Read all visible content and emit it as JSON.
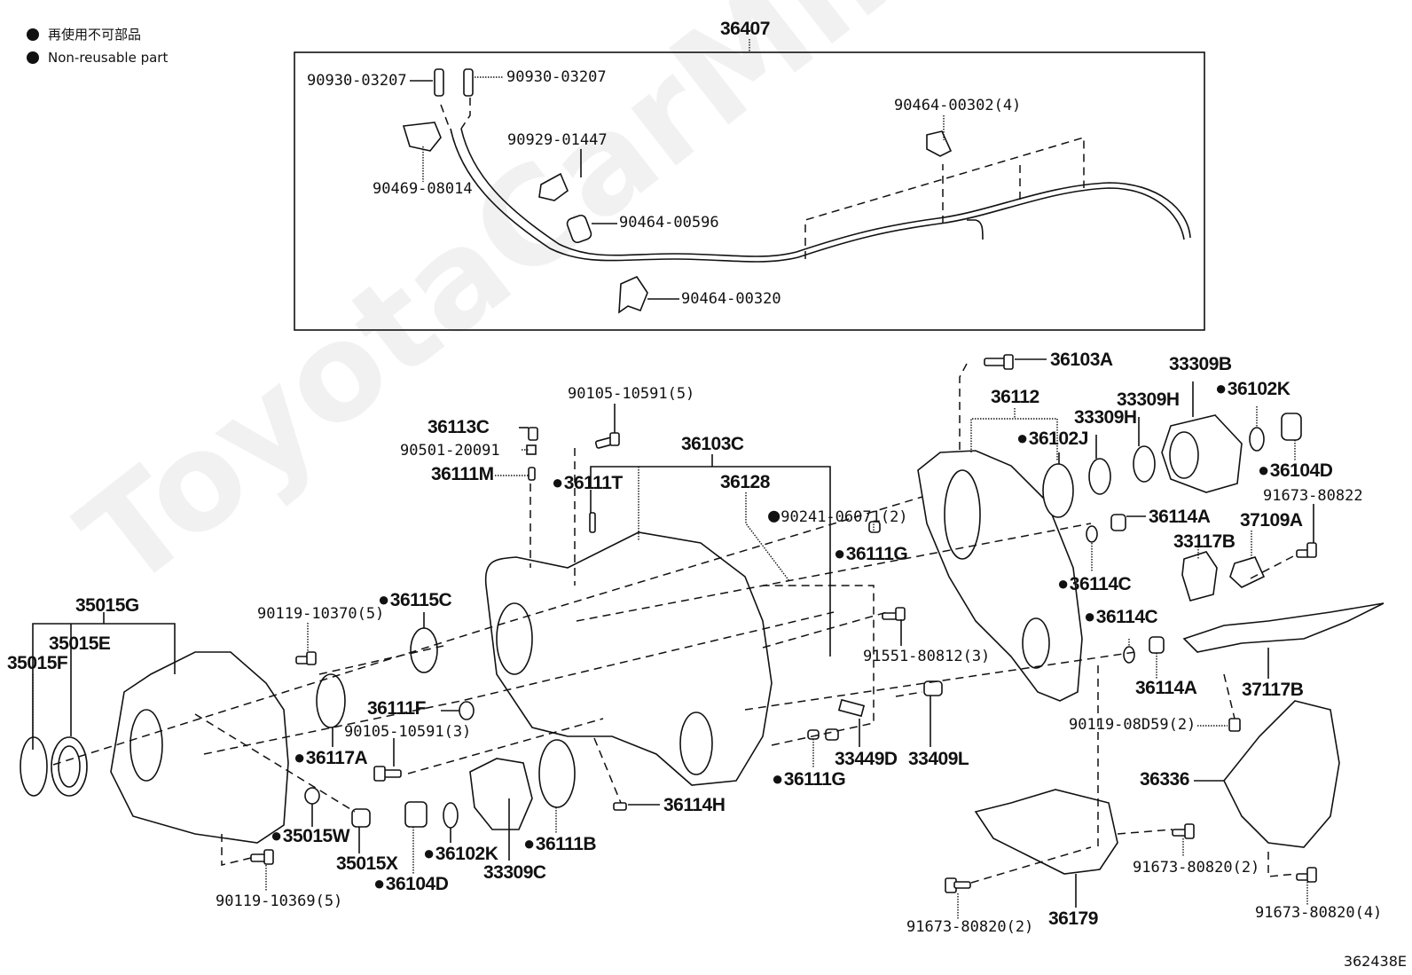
{
  "legend": {
    "items": [
      {
        "symbol": "filled-circle",
        "text": "再使用不可部品"
      },
      {
        "symbol": "filled-circle",
        "text": "Non-reusable part"
      }
    ]
  },
  "watermark": "ToyotaCarMiner.ru",
  "document_id": "362438E",
  "colors": {
    "ink": "#111111",
    "background": "#ffffff",
    "watermark": "#f1f1f1"
  },
  "assembly_box": {
    "label": "36407",
    "parts": [
      {
        "id": "p_90930_03207_a",
        "number": "90930-03207",
        "non_reusable": false
      },
      {
        "id": "p_90930_03207_b",
        "number": "90930-03207",
        "non_reusable": false
      },
      {
        "id": "p_90929_01447",
        "number": "90929-01447",
        "non_reusable": false
      },
      {
        "id": "p_90469_08014",
        "number": "90469-08014",
        "non_reusable": false
      },
      {
        "id": "p_90464_00596",
        "number": "90464-00596",
        "non_reusable": false
      },
      {
        "id": "p_90464_00320",
        "number": "90464-00320",
        "non_reusable": false
      },
      {
        "id": "p_90464_00302",
        "number": "90464-00302(4)",
        "non_reusable": false
      }
    ]
  },
  "parts": [
    {
      "id": "p_36103A",
      "number": "36103A",
      "non_reusable": false
    },
    {
      "id": "p_36112",
      "number": "36112",
      "non_reusable": false
    },
    {
      "id": "p_33309B",
      "number": "33309B",
      "non_reusable": false
    },
    {
      "id": "p_36102K_top",
      "number": "36102K",
      "non_reusable": true
    },
    {
      "id": "p_33309H_a",
      "number": "33309H",
      "non_reusable": false
    },
    {
      "id": "p_33309H_b",
      "number": "33309H",
      "non_reusable": false
    },
    {
      "id": "p_36102J",
      "number": "36102J",
      "non_reusable": true
    },
    {
      "id": "p_36104D_top",
      "number": "36104D",
      "non_reusable": true
    },
    {
      "id": "p_91673_80822",
      "number": "91673-80822",
      "non_reusable": false
    },
    {
      "id": "p_36114A_a",
      "number": "36114A",
      "non_reusable": false
    },
    {
      "id": "p_37109A",
      "number": "37109A",
      "non_reusable": false
    },
    {
      "id": "p_33117B",
      "number": "33117B",
      "non_reusable": false
    },
    {
      "id": "p_36114C_a",
      "number": "36114C",
      "non_reusable": true
    },
    {
      "id": "p_36114C_b",
      "number": "36114C",
      "non_reusable": true
    },
    {
      "id": "p_36114A_b",
      "number": "36114A",
      "non_reusable": false
    },
    {
      "id": "p_37117B",
      "number": "37117B",
      "non_reusable": false
    },
    {
      "id": "p_90119_08D59",
      "number": "90119-08D59(2)",
      "non_reusable": false
    },
    {
      "id": "p_36336",
      "number": "36336",
      "non_reusable": false
    },
    {
      "id": "p_91673_80820_2a",
      "number": "91673-80820(2)",
      "non_reusable": false
    },
    {
      "id": "p_91673_80820_2b",
      "number": "91673-80820(2)",
      "non_reusable": false
    },
    {
      "id": "p_91673_80820_4",
      "number": "91673-80820(4)",
      "non_reusable": false
    },
    {
      "id": "p_36179",
      "number": "36179",
      "non_reusable": false
    },
    {
      "id": "p_90105_10591_5",
      "number": "90105-10591(5)",
      "non_reusable": false
    },
    {
      "id": "p_36113C",
      "number": "36113C",
      "non_reusable": false
    },
    {
      "id": "p_90501_20091",
      "number": "90501-20091",
      "non_reusable": false
    },
    {
      "id": "p_36111M",
      "number": "36111M",
      "non_reusable": false
    },
    {
      "id": "p_36103C",
      "number": "36103C",
      "non_reusable": false
    },
    {
      "id": "p_36111T",
      "number": "36111T",
      "non_reusable": true
    },
    {
      "id": "p_36128",
      "number": "36128",
      "non_reusable": false
    },
    {
      "id": "p_90241_06071",
      "number": "90241-06071(2)",
      "non_reusable": true
    },
    {
      "id": "p_36111G_a",
      "number": "36111G",
      "non_reusable": true
    },
    {
      "id": "p_91551_80812",
      "number": "91551-80812(3)",
      "non_reusable": false
    },
    {
      "id": "p_33449D",
      "number": "33449D",
      "non_reusable": false
    },
    {
      "id": "p_33409L",
      "number": "33409L",
      "non_reusable": false
    },
    {
      "id": "p_36111G_b",
      "number": "36111G",
      "non_reusable": true
    },
    {
      "id": "p_36114H",
      "number": "36114H",
      "non_reusable": false
    },
    {
      "id": "p_36111B",
      "number": "36111B",
      "non_reusable": true
    },
    {
      "id": "p_33309C",
      "number": "33309C",
      "non_reusable": false
    },
    {
      "id": "p_36102K_bot",
      "number": "36102K",
      "non_reusable": true
    },
    {
      "id": "p_36104D_bot",
      "number": "36104D",
      "non_reusable": true
    },
    {
      "id": "p_35015X",
      "number": "35015X",
      "non_reusable": false
    },
    {
      "id": "p_35015W",
      "number": "35015W",
      "non_reusable": true
    },
    {
      "id": "p_90119_10369",
      "number": "90119-10369(5)",
      "non_reusable": false
    },
    {
      "id": "p_36117A",
      "number": "36117A",
      "non_reusable": true
    },
    {
      "id": "p_90105_10591_3",
      "number": "90105-10591(3)",
      "non_reusable": false
    },
    {
      "id": "p_36111F",
      "number": "36111F",
      "non_reusable": false
    },
    {
      "id": "p_36115C",
      "number": "36115C",
      "non_reusable": true
    },
    {
      "id": "p_90119_10370",
      "number": "90119-10370(5)",
      "non_reusable": false
    },
    {
      "id": "p_35015G",
      "number": "35015G",
      "non_reusable": false
    },
    {
      "id": "p_35015E",
      "number": "35015E",
      "non_reusable": false
    },
    {
      "id": "p_35015F",
      "number": "35015F",
      "non_reusable": false
    }
  ]
}
